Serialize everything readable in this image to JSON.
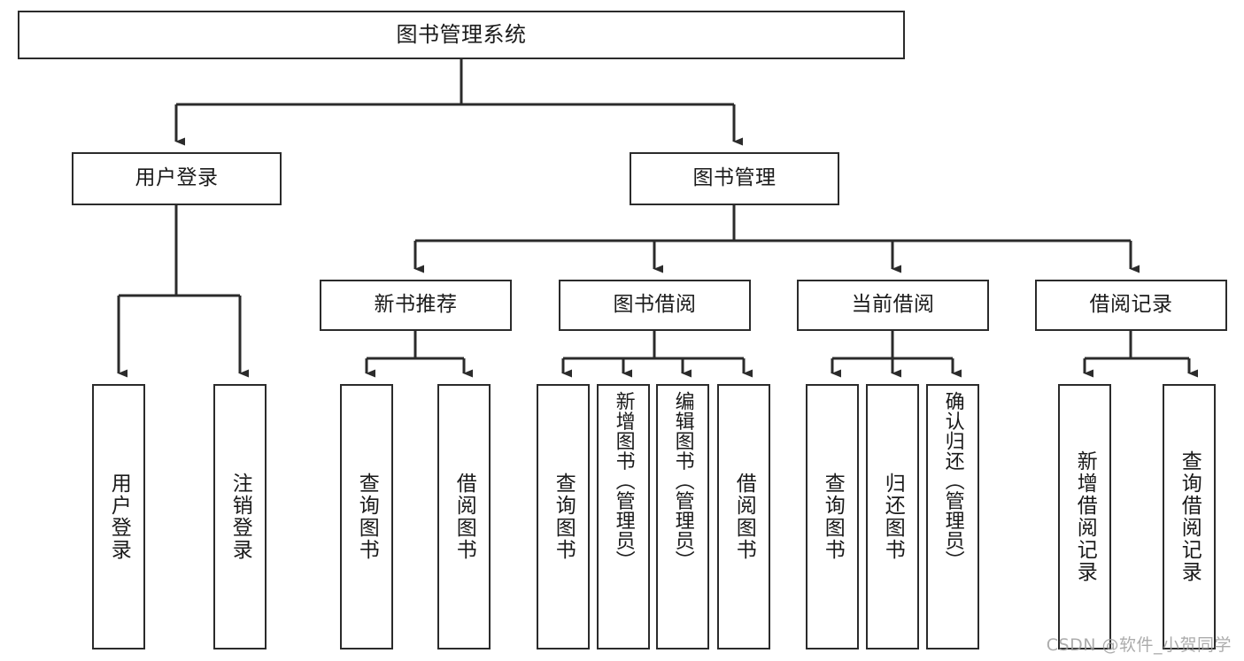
{
  "diagram": {
    "title": "图书管理系统",
    "type": "hierarchy-tree",
    "orientation": "top-down",
    "colors": {
      "node_border": "#2b2b2b",
      "node_fill": "#ffffff",
      "connector": "#2b2b2b",
      "text": "#1a1a1a",
      "watermark": "#9e9e9e",
      "background": "#ffffff"
    },
    "root": {
      "label": "图书管理系统"
    },
    "level2": [
      {
        "label": "用户登录"
      },
      {
        "label": "图书管理"
      }
    ],
    "level3": [
      {
        "label": "新书推荐"
      },
      {
        "label": "图书借阅"
      },
      {
        "label": "当前借阅"
      },
      {
        "label": "借阅记录"
      }
    ],
    "leaves": {
      "user_login": [
        {
          "label": "用户登录"
        },
        {
          "label": "注销登录"
        }
      ],
      "new_book_recommend": [
        {
          "label": "查询图书"
        },
        {
          "label": "借阅图书"
        }
      ],
      "book_borrow": [
        {
          "label": "查询图书"
        },
        {
          "label": "新增图书（管理员）"
        },
        {
          "label": "编辑图书（管理员）"
        },
        {
          "label": "借阅图书"
        }
      ],
      "current_borrow": [
        {
          "label": "查询图书"
        },
        {
          "label": "归还图书"
        },
        {
          "label": "确认归还（管理员）"
        }
      ],
      "borrow_record": [
        {
          "label": "新增借阅记录"
        },
        {
          "label": "查询借阅记录"
        }
      ]
    },
    "watermark": "CSDN @软件_小贺同学"
  }
}
